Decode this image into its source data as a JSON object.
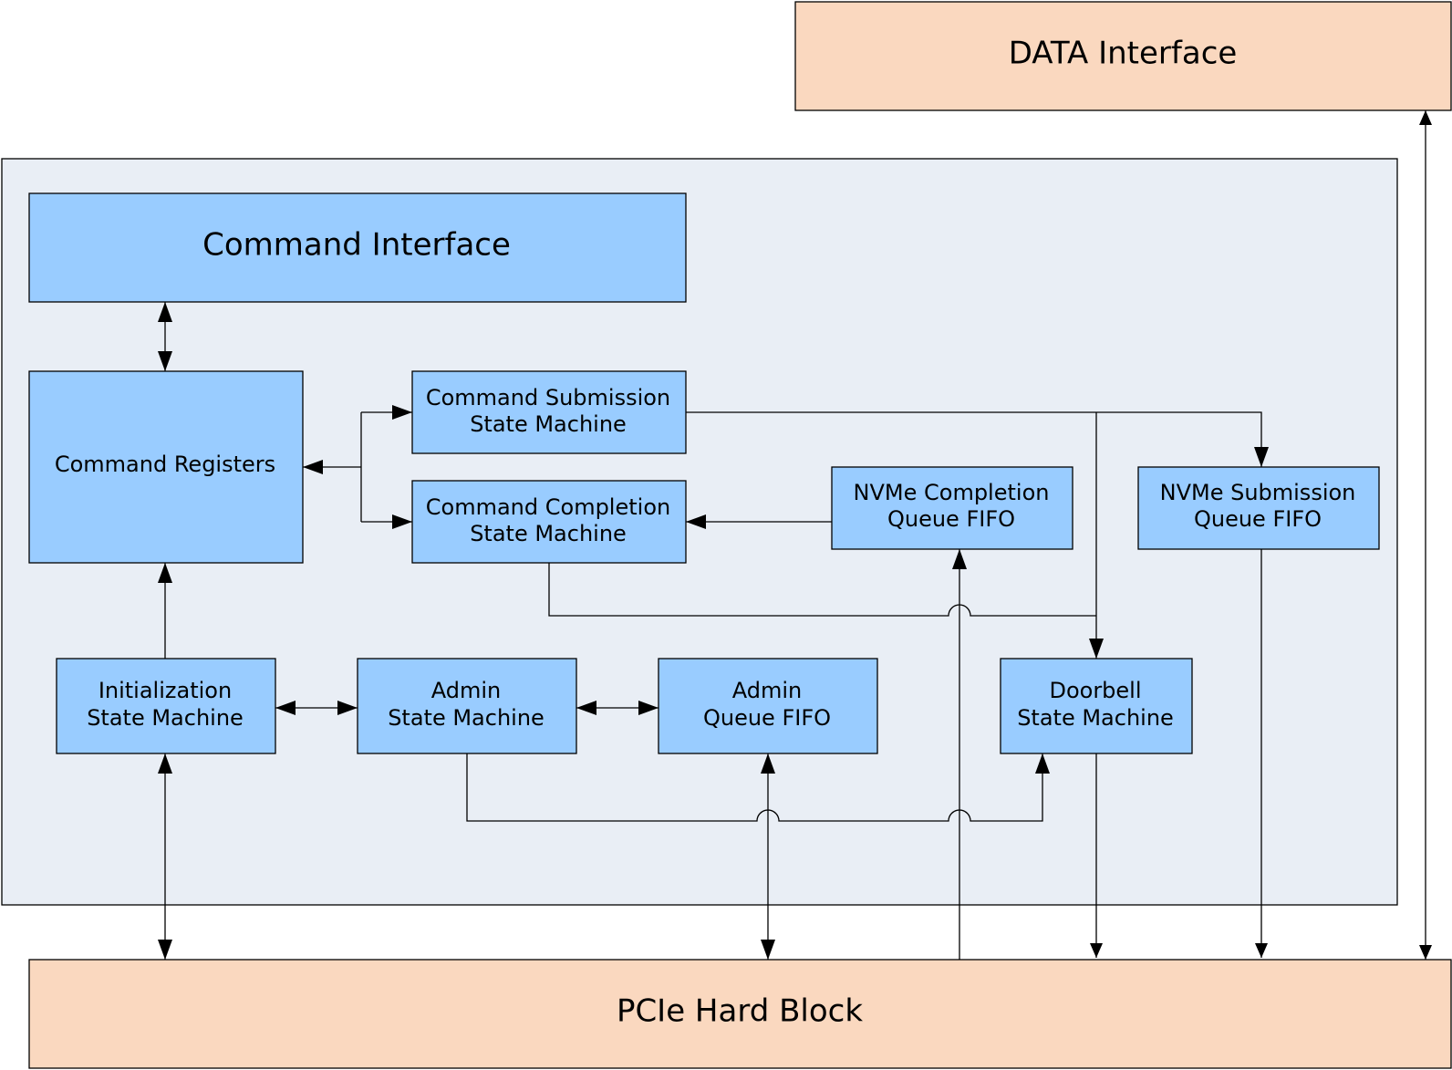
{
  "blocks": {
    "data_interface": {
      "label": "DATA Interface",
      "fill": "#fad8bf"
    },
    "command_interface": {
      "label": "Command Interface",
      "fill": "#99ccff"
    },
    "command_registers": {
      "label": "Command Registers"
    },
    "cmd_submission_sm": {
      "line1": "Command Submission",
      "line2": "State Machine"
    },
    "cmd_completion_sm": {
      "line1": "Command Completion",
      "line2": "State Machine"
    },
    "nvme_completion_fifo": {
      "line1": "NVMe Completion",
      "line2": "Queue FIFO"
    },
    "nvme_submission_fifo": {
      "line1": "NVMe Submission",
      "line2": "Queue FIFO"
    },
    "init_sm": {
      "line1": "Initialization",
      "line2": "State Machine"
    },
    "admin_sm": {
      "line1": "Admin",
      "line2": "State Machine"
    },
    "admin_fifo": {
      "line1": "Admin",
      "line2": "Queue FIFO"
    },
    "doorbell_sm": {
      "line1": "Doorbell",
      "line2": "State Machine"
    },
    "pcie_hard_block": {
      "label": "PCIe Hard Block",
      "fill": "#fad8bf"
    }
  },
  "colors": {
    "module_fill": "#99ccff",
    "container_fill": "#e9eef5",
    "external_fill": "#fad8bf",
    "line": "#000000"
  }
}
